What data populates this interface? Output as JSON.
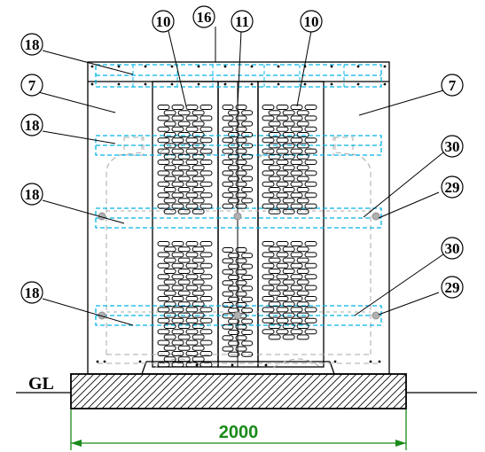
{
  "callouts": {
    "c16": "16",
    "c10_left": "10",
    "c11": "11",
    "c10_right": "10",
    "c18_a": "18",
    "c7_left": "7",
    "c7_right": "7",
    "c18_b": "18",
    "c30_a": "30",
    "c18_c": "18",
    "c29_a": "29",
    "c30_b": "30",
    "c18_d": "18",
    "c29_b": "29"
  },
  "ground_label": "GL",
  "dimension": {
    "value": "2000",
    "color": "#1a8a1a"
  },
  "colors": {
    "outline": "#000000",
    "frame_cyan": "#00b4e6",
    "dashed_gray": "#a8a8a8",
    "hatch": "#000000"
  }
}
